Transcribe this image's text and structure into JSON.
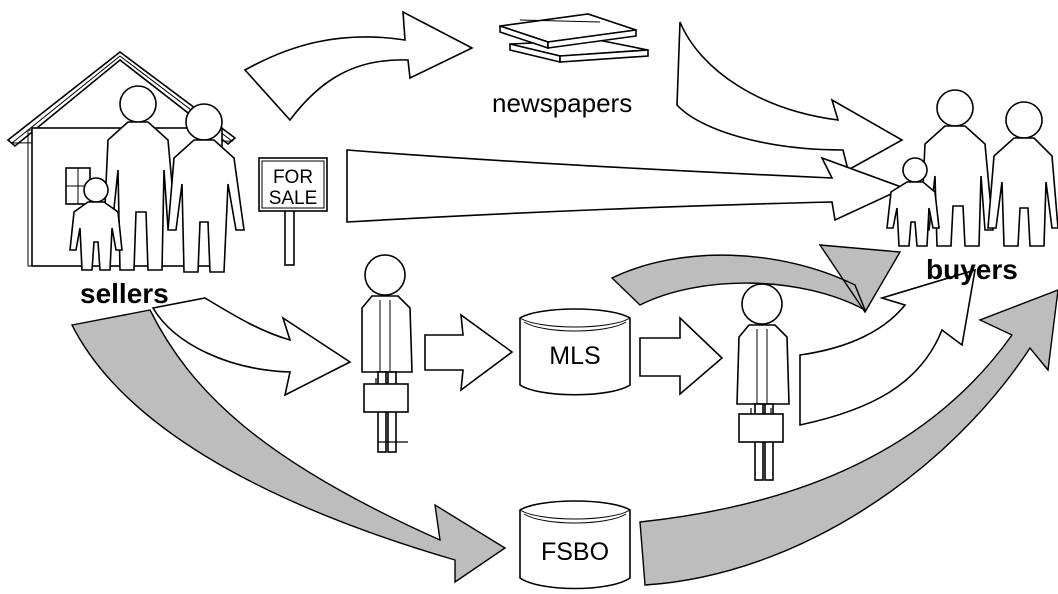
{
  "labels": {
    "sellers": "sellers",
    "buyers": "buyers",
    "newspapers": "newspapers",
    "for": "FOR",
    "sale": "SALE",
    "mls": "MLS",
    "fsbo": "FSBO"
  },
  "colors": {
    "line": "#000000",
    "background": "#ffffff",
    "gray_arrow": "#bdbdbd"
  },
  "icons": [
    "house-icon",
    "family-icon",
    "for-sale-sign-icon",
    "newspaper-icon",
    "agent-icon",
    "briefcase-icon",
    "database-icon",
    "arrow-icon"
  ]
}
